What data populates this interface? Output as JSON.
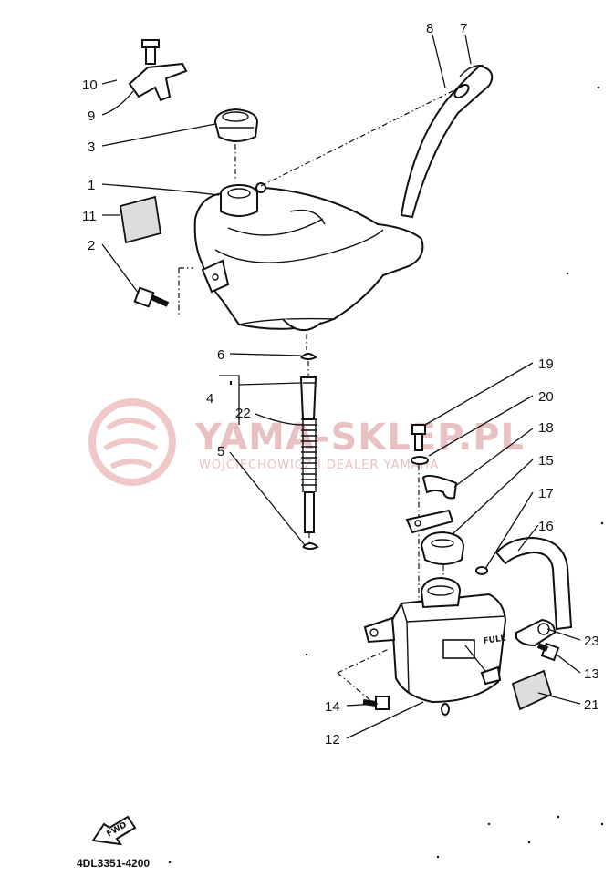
{
  "diagram": {
    "watermark": {
      "brand": "YAMA-SKLEP.PL",
      "subtitle": "WOJCIECHOWICZ I DEALER YAMAHA"
    },
    "fwd_icon_text": "FWD",
    "tank_marking": "FULL",
    "part_code": "4DL3351-4200",
    "callouts": {
      "c1": "1",
      "c2": "2",
      "c3": "3",
      "c4": "4",
      "c5": "5",
      "c6": "6",
      "c7": "7",
      "c8": "8",
      "c9": "9",
      "c10": "10",
      "c11": "11",
      "c12": "12",
      "c13": "13",
      "c14": "14",
      "c15": "15",
      "c16": "16",
      "c17": "17",
      "c18": "18",
      "c19": "19",
      "c20": "20",
      "c21": "21",
      "c22": "22",
      "c23": "23"
    }
  }
}
